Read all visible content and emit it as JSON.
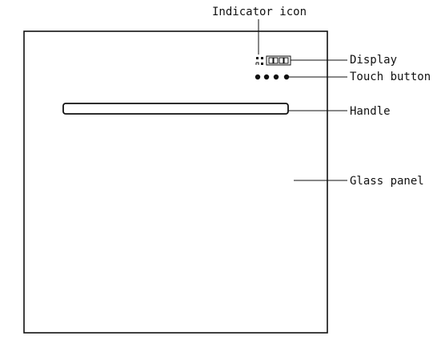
{
  "labels": {
    "indicator_icon": "Indicator icon",
    "display": "Display",
    "touch_button": "Touch button",
    "handle": "Handle",
    "glass_panel": "Glass panel"
  },
  "touch_buttons": [
    "",
    "",
    "",
    ""
  ],
  "colors": {
    "line": "#111111",
    "background": "#ffffff"
  }
}
